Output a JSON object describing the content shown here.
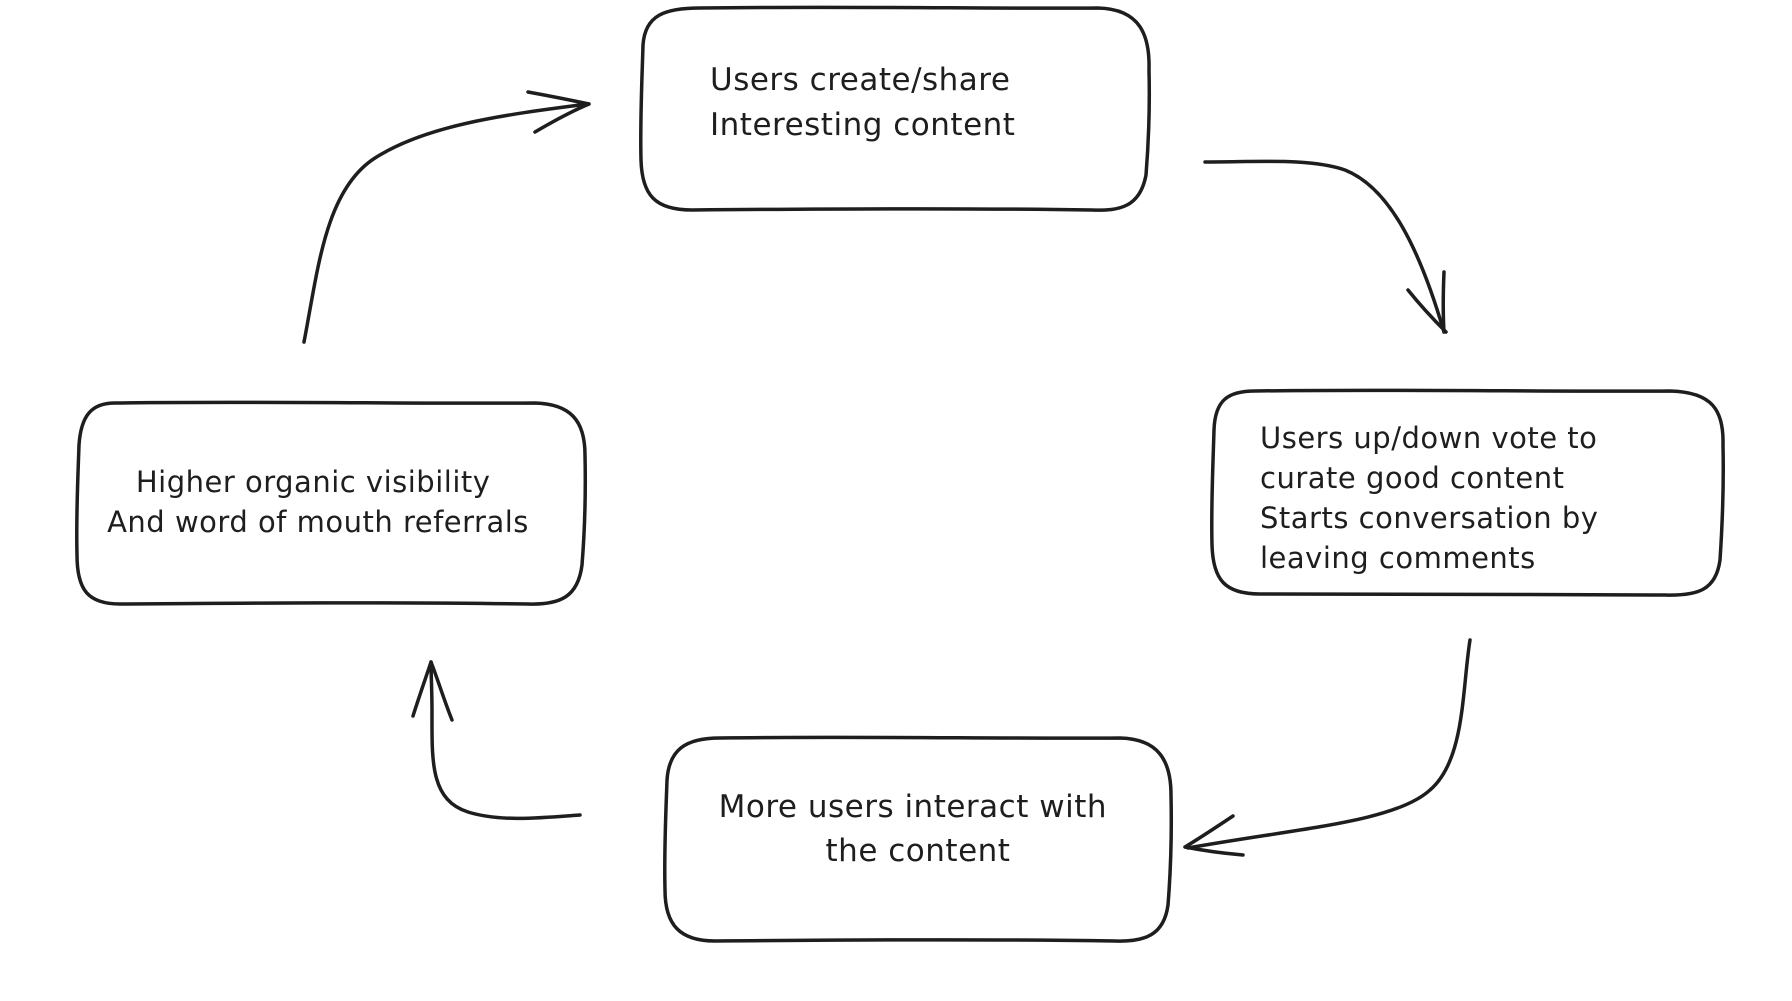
{
  "diagram": {
    "nodes": [
      {
        "id": "top",
        "lines": [
          "Users create/share",
          "Interesting content"
        ]
      },
      {
        "id": "right",
        "lines": [
          "Users up/down vote to",
          "curate good content",
          "Starts conversation by",
          "leaving comments"
        ]
      },
      {
        "id": "bottom",
        "lines": [
          "More users interact with",
          "the content"
        ]
      },
      {
        "id": "left",
        "lines": [
          "Higher organic visibility",
          "And word of mouth referrals"
        ]
      }
    ],
    "edges": [
      {
        "from": "top",
        "to": "right"
      },
      {
        "from": "right",
        "to": "bottom"
      },
      {
        "from": "bottom",
        "to": "left"
      },
      {
        "from": "left",
        "to": "top"
      }
    ],
    "colors": {
      "stroke": "#1e1e1e",
      "background": "#ffffff"
    }
  }
}
